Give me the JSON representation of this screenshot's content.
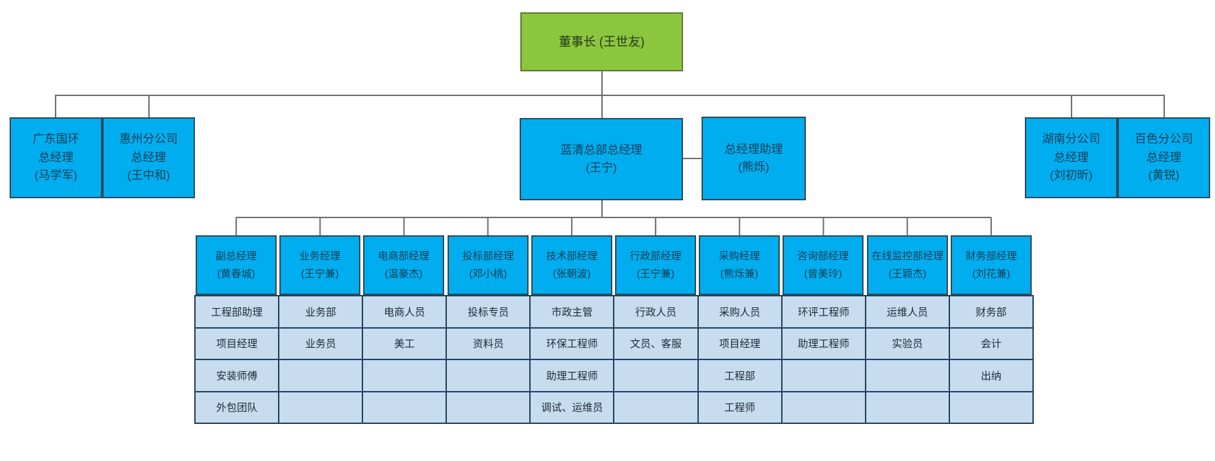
{
  "colors": {
    "root_fill": "#8CC63F",
    "node_fill": "#00AEEF",
    "staff_row_fill": "#C7DCEE",
    "table_border": "#24415F",
    "connector_line": "#6E6E6E"
  },
  "root": {
    "label": "董事长 (王世友)"
  },
  "level2": {
    "left": [
      {
        "lines": [
          "广东国环",
          "总经理",
          "(马学军)"
        ]
      },
      {
        "lines": [
          "惠州分公司",
          "总经理",
          "(王中和)"
        ]
      }
    ],
    "center_gm": {
      "lines": [
        "蓝清总部总经理",
        "(王宁)"
      ]
    },
    "assistant": {
      "lines": [
        "总经理助理",
        "(熊烁)"
      ]
    },
    "right": [
      {
        "lines": [
          "湖南分公司",
          "总经理",
          "(刘初昕)"
        ]
      },
      {
        "lines": [
          "百色分公司",
          "总经理",
          "(黄锐)"
        ]
      }
    ]
  },
  "departments": [
    {
      "title": "副总经理",
      "name": "(黄春城)"
    },
    {
      "title": "业务经理",
      "name": "(王宁兼)"
    },
    {
      "title": "电商部经理",
      "name": "(温豪杰)"
    },
    {
      "title": "投标部经理",
      "name": "(邓小桃)"
    },
    {
      "title": "技术部经理",
      "name": "(张朝波)"
    },
    {
      "title": "行政部经理",
      "name": "(王宁兼)"
    },
    {
      "title": "采购经理",
      "name": "(熊烁兼)"
    },
    {
      "title": "咨询部经理",
      "name": "(曾美玲)"
    },
    {
      "title": "在线监控部经理",
      "name": "(王颖杰)"
    },
    {
      "title": "财务部经理",
      "name": "(刘花兼)"
    }
  ],
  "staff_rows": [
    [
      "工程部助理",
      "业务部",
      "电商人员",
      "投标专员",
      "市政主管",
      "行政人员",
      "采购人员",
      "环评工程师",
      "运维人员",
      "财务部"
    ],
    [
      "项目经理",
      "业务员",
      "美工",
      "资料员",
      "环保工程师",
      "文员、客服",
      "项目经理",
      "助理工程师",
      "实验员",
      "会计"
    ],
    [
      "安装师傅",
      "",
      "",
      "",
      "助理工程师",
      "",
      "工程部",
      "",
      "",
      "出纳"
    ],
    [
      "外包团队",
      "",
      "",
      "",
      "调试、运维员",
      "",
      "工程师",
      "",
      "",
      ""
    ]
  ]
}
